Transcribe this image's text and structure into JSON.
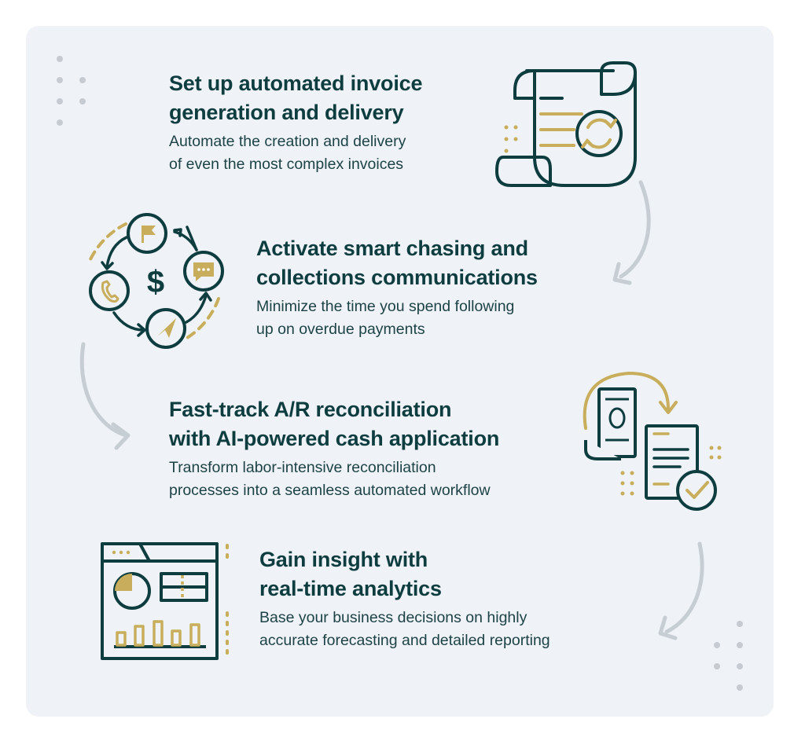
{
  "steps": [
    {
      "title": [
        "Set up automated invoice",
        "generation and delivery"
      ],
      "description": [
        "Automate the creation and delivery",
        "of even the most complex invoices"
      ],
      "icon": "invoice-sync-icon"
    },
    {
      "title": [
        "Activate smart chasing and",
        "collections communications"
      ],
      "description": [
        "Minimize the time you spend following",
        "up on overdue payments"
      ],
      "icon": "collections-cycle-icon"
    },
    {
      "title": [
        "Fast-track A/R reconciliation",
        "with AI-powered cash application"
      ],
      "description": [
        "Transform labor-intensive reconciliation",
        "processes into a seamless automated workflow"
      ],
      "icon": "cash-reconciliation-icon"
    },
    {
      "title": [
        "Gain insight with",
        "real-time analytics"
      ],
      "description": [
        "Base your business decisions on highly",
        "accurate forecasting and detailed reporting"
      ],
      "icon": "analytics-dashboard-icon"
    }
  ],
  "colors": {
    "background": "#eff2f6",
    "teal": "#0e3d40",
    "gold": "#c8ae5c",
    "arrow": "#c6ced3",
    "dots": "#c5cbd1"
  }
}
